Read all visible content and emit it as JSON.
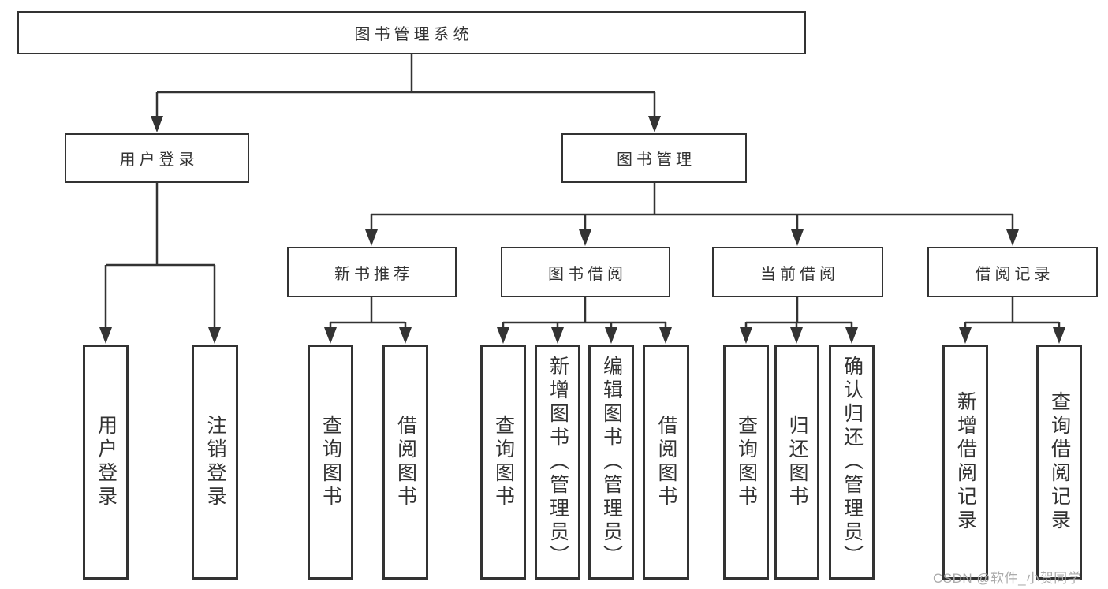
{
  "diagram": {
    "root": {
      "label": "图书管理系统",
      "children": [
        {
          "label": "用户登录",
          "children": [
            {
              "label": "用户登录"
            },
            {
              "label": "注销登录"
            }
          ]
        },
        {
          "label": "图书管理",
          "children": [
            {
              "label": "新书推荐",
              "children": [
                {
                  "label": "查询图书"
                },
                {
                  "label": "借阅图书"
                }
              ]
            },
            {
              "label": "图书借阅",
              "children": [
                {
                  "label": "查询图书"
                },
                {
                  "label": "新增图书（管理员）"
                },
                {
                  "label": "编辑图书（管理员）"
                },
                {
                  "label": "借阅图书"
                }
              ]
            },
            {
              "label": "当前借阅",
              "children": [
                {
                  "label": "查询图书"
                },
                {
                  "label": "归还图书"
                },
                {
                  "label": "确认归还（管理员）"
                }
              ]
            },
            {
              "label": "借阅记录",
              "children": [
                {
                  "label": "新增借阅记录"
                },
                {
                  "label": "查询借阅记录"
                }
              ]
            }
          ]
        }
      ]
    }
  },
  "watermark": {
    "text": "CSDN @软件_小贺同学"
  },
  "colors": {
    "line": "#333333",
    "text": "#333333",
    "background": "#ffffff",
    "watermark": "#ababab"
  }
}
